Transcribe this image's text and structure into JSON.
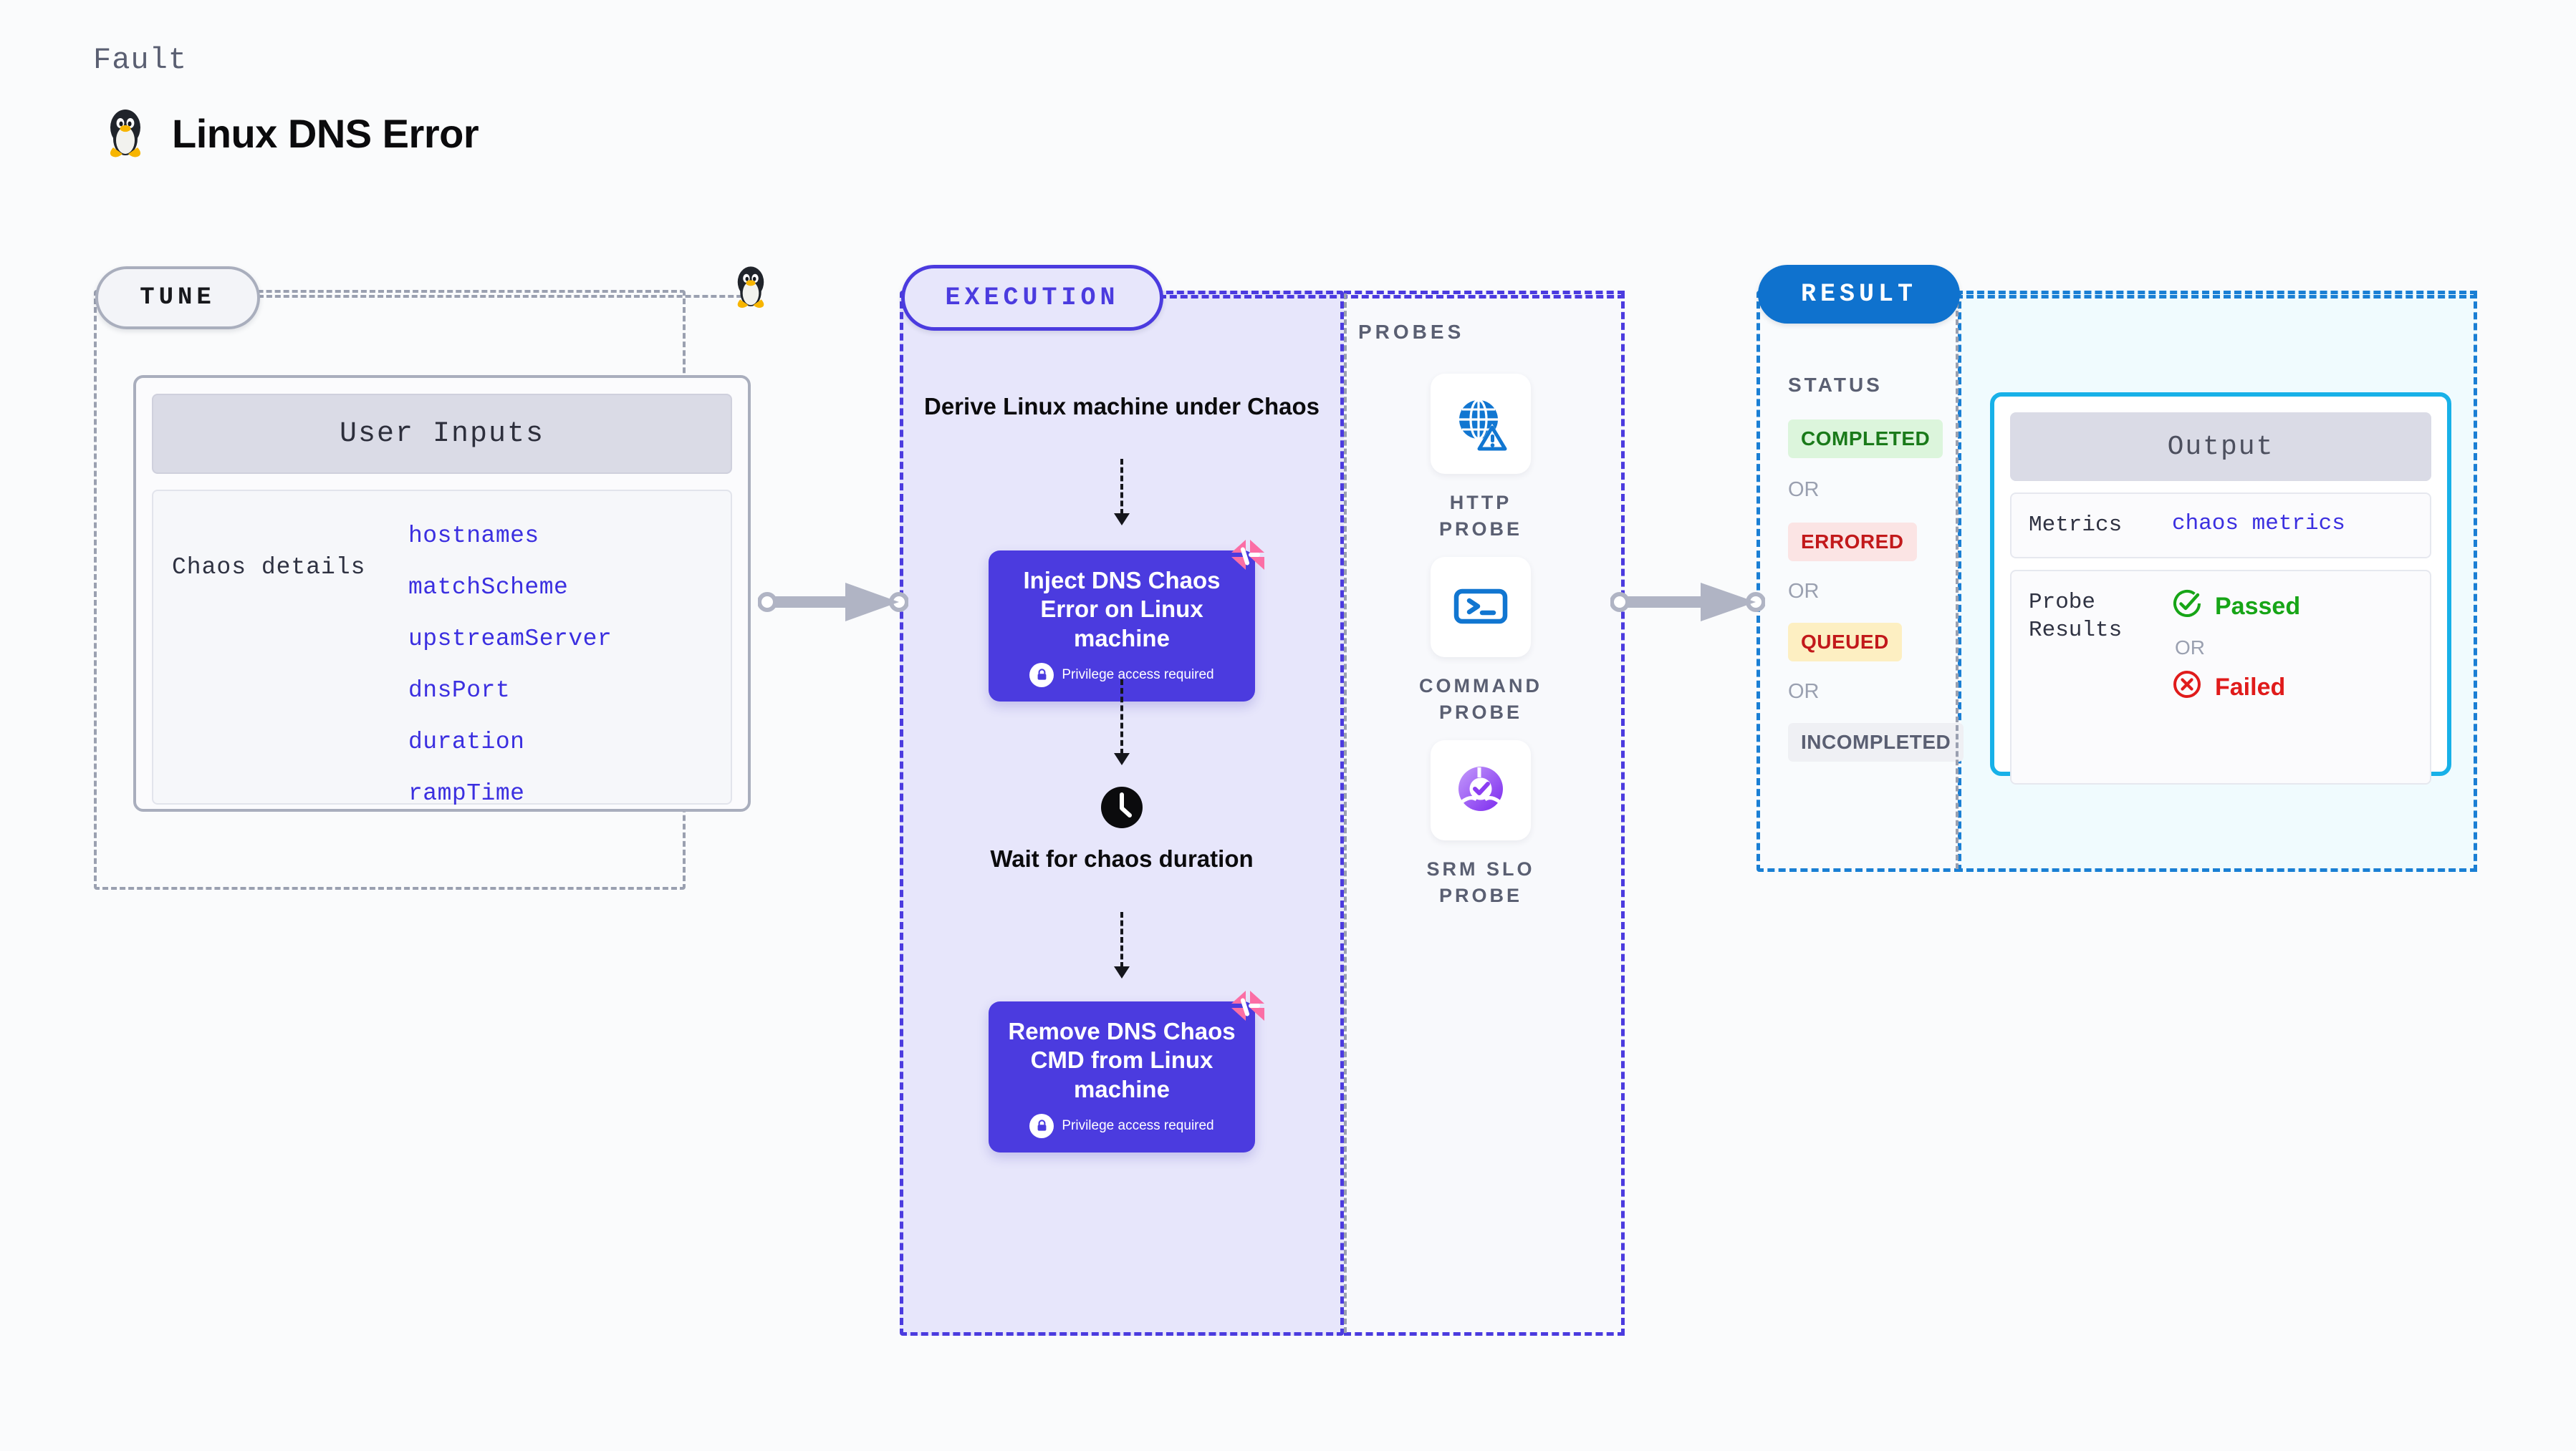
{
  "header": {
    "kicker": "Fault",
    "title": "Linux DNS Error",
    "icon": "tux-penguin-icon"
  },
  "tune": {
    "badge": "TUNE",
    "marker_icon": "tux-penguin-icon",
    "card": {
      "header": "User Inputs",
      "group_label": "Chaos details",
      "params": [
        "hostnames",
        "matchScheme",
        "upstreamServer",
        "dnsPort",
        "duration",
        "rampTime"
      ]
    }
  },
  "execution": {
    "badge": "EXECUTION",
    "steps": {
      "derive": "Derive Linux machine under Chaos",
      "inject": "Inject DNS Chaos Error on Linux machine",
      "wait": "Wait for chaos duration",
      "remove": "Remove DNS Chaos CMD from Linux machine"
    },
    "privilege_note": "Privilege access required"
  },
  "probes": {
    "title": "PROBES",
    "items": [
      {
        "label": "HTTP PROBE",
        "icon": "globe-warning-icon"
      },
      {
        "label": "COMMAND PROBE",
        "icon": "terminal-icon"
      },
      {
        "label": "SRM SLO PROBE",
        "icon": "slo-donut-check-icon"
      }
    ]
  },
  "result": {
    "badge": "RESULT",
    "status_title": "STATUS",
    "or_label": "OR",
    "statuses": [
      {
        "label": "COMPLETED",
        "color": "#1a7a1a",
        "bg": "#dcf5dc"
      },
      {
        "label": "ERRORED",
        "color": "#c2191b",
        "bg": "#fbe4e4"
      },
      {
        "label": "QUEUED",
        "color": "#c2191b",
        "bg": "#fdefc2"
      },
      {
        "label": "INCOMPLETED",
        "color": "#5a5f72",
        "bg": "#eff0f4"
      }
    ],
    "output": {
      "header": "Output",
      "metrics_label": "Metrics",
      "metrics_value": "chaos metrics",
      "probe_results_label": "Probe Results",
      "passed_label": "Passed",
      "failed_label": "Failed",
      "or_label": "OR"
    }
  },
  "colors": {
    "accent_purple": "#4b3bdf",
    "accent_blue": "#0f72ce",
    "accent_cyan": "#18b1e8",
    "param_blue": "#3b2fe0",
    "pass_green": "#17a517",
    "fail_red": "#e01b1b",
    "ribbon_pink": "#fb6ea5"
  }
}
